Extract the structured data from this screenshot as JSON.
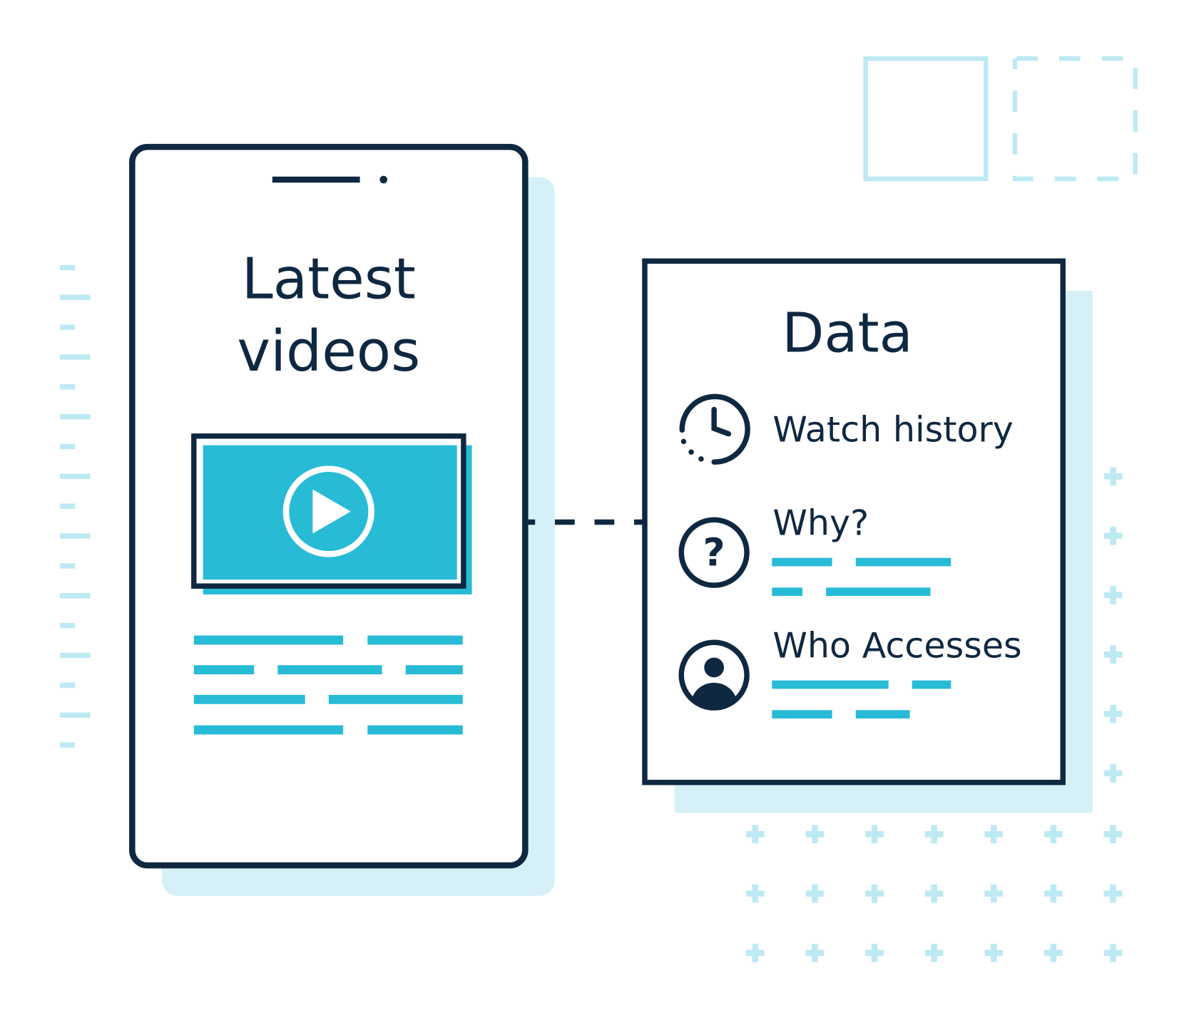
{
  "colors": {
    "navy": "#0f2841",
    "cyan": "#28bbd6",
    "shadow": "#d5f1f7",
    "decor": "#bde9f2"
  },
  "phone": {
    "title_line1": "Latest",
    "title_line2": "videos",
    "video_icon": "play-icon"
  },
  "data_card": {
    "title": "Data",
    "items": [
      {
        "icon": "clock-history-icon",
        "label": "Watch history"
      },
      {
        "icon": "question-icon",
        "label": "Why?"
      },
      {
        "icon": "user-icon",
        "label": "Who Accesses"
      }
    ]
  }
}
